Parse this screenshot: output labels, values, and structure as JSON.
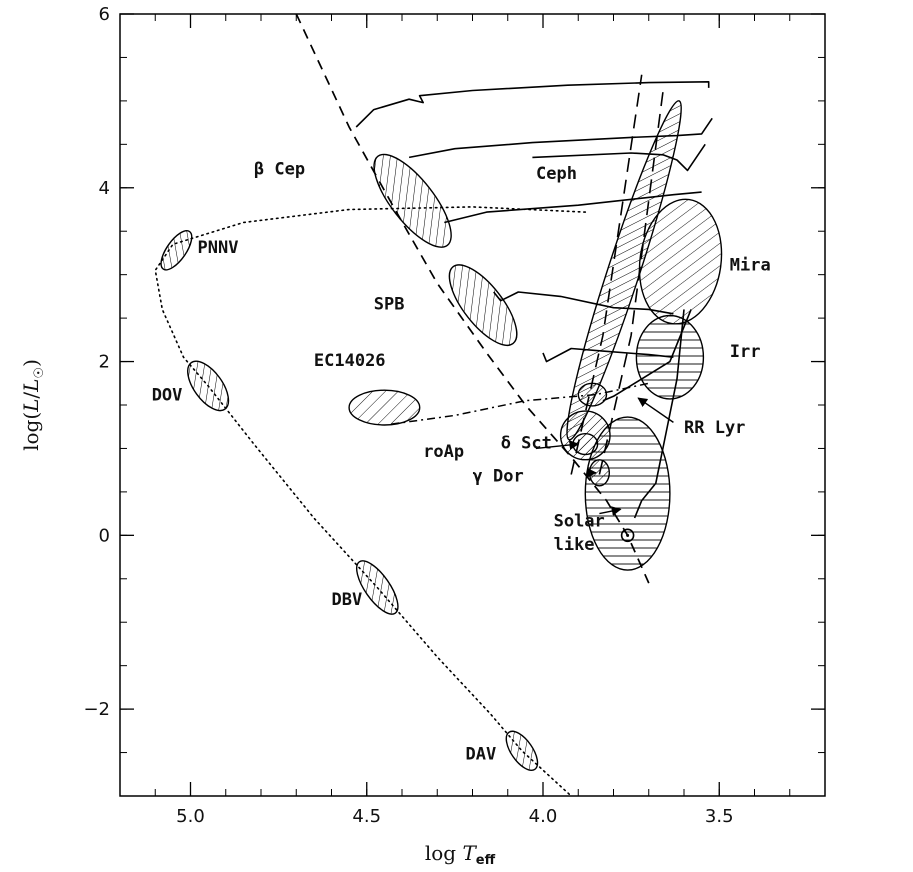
{
  "chart_data": {
    "type": "scatter",
    "title": "",
    "xlabel": "log T_eff",
    "ylabel": "log(L/L☉)",
    "xlim": [
      5.2,
      3.2
    ],
    "ylim": [
      -3,
      6
    ],
    "x_reversed": true,
    "xticks": [
      5.0,
      4.5,
      4.0,
      3.5
    ],
    "yticks": [
      -2,
      0,
      2,
      4,
      6
    ],
    "xtick_labels": [
      "5.0",
      "4.5",
      "4.0",
      "3.5"
    ],
    "ytick_labels": [
      "−2",
      "0",
      "2",
      "4",
      "6"
    ],
    "grid": false,
    "regions": [
      {
        "name": "β Cep",
        "label": "β  Cep",
        "logT": 4.37,
        "logL": 3.85,
        "rx": 0.06,
        "ry": 0.65,
        "angle": -38,
        "hatch": "diag",
        "lx": 4.82,
        "ly": 4.15
      },
      {
        "name": "PNNV",
        "label": "PNNV",
        "logT": 5.04,
        "logL": 3.28,
        "rx": 0.065,
        "ry": 0.11,
        "angle": -55,
        "hatch": "diag",
        "lx": 4.98,
        "ly": 3.25
      },
      {
        "name": "SPB",
        "label": "SPB",
        "logT": 4.17,
        "logL": 2.65,
        "rx": 0.055,
        "ry": 0.56,
        "angle": -38,
        "hatch": "diag",
        "lx": 4.48,
        "ly": 2.6
      },
      {
        "name": "DOV",
        "label": "DOV",
        "logT": 4.95,
        "logL": 1.72,
        "rx": 0.04,
        "ry": 0.33,
        "angle": -36,
        "hatch": "diag",
        "lx": 5.11,
        "ly": 1.55
      },
      {
        "name": "EC14026",
        "label": "EC14026",
        "logT": 4.45,
        "logL": 1.47,
        "rx": 0.1,
        "ry": 0.2,
        "angle": 0,
        "hatch": "diag2",
        "lx": 4.65,
        "ly": 1.95
      },
      {
        "name": "Ceph",
        "label": "Ceph",
        "logT": 3.77,
        "logL": 3.05,
        "rx": 0.045,
        "ry": 2.05,
        "angle": 18,
        "hatch": "diag",
        "lx": 4.02,
        "ly": 4.1
      },
      {
        "name": "Mira",
        "label": "Mira",
        "logT": 3.61,
        "logL": 3.15,
        "rx": 0.115,
        "ry": 0.72,
        "angle": 8,
        "hatch": "diag2",
        "lx": 3.47,
        "ly": 3.05
      },
      {
        "name": "Irr",
        "label": "Irr",
        "logT": 3.64,
        "logL": 2.05,
        "rx": 0.095,
        "ry": 0.48,
        "angle": 0,
        "hatch": "horiz",
        "lx": 3.47,
        "ly": 2.05
      },
      {
        "name": "RR Lyr",
        "label": "RR  Lyr",
        "logT": 3.86,
        "logL": 1.62,
        "rx": 0.04,
        "ry": 0.13,
        "angle": 0,
        "hatch": "diag",
        "lx": 3.6,
        "ly": 1.18
      },
      {
        "name": "δ Sct",
        "label": "δ  Sct",
        "logT": 3.88,
        "logL": 1.15,
        "rx": 0.07,
        "ry": 0.28,
        "angle": 0,
        "hatch": "diag",
        "lx": 4.12,
        "ly": 1.0
      },
      {
        "name": "roAp",
        "label": "roAp",
        "logT": 3.88,
        "logL": 1.05,
        "rx": 0.035,
        "ry": 0.12,
        "angle": 0,
        "hatch": "diag",
        "lx": 4.34,
        "ly": 0.9
      },
      {
        "name": "γ Dor",
        "label": "γ  Dor",
        "logT": 3.84,
        "logL": 0.72,
        "rx": 0.028,
        "ry": 0.15,
        "angle": 0,
        "hatch": "diag",
        "lx": 4.2,
        "ly": 0.62
      },
      {
        "name": "Solar-like",
        "label": "",
        "logT": 3.76,
        "logL": 0.48,
        "rx": 0.12,
        "ry": 0.88,
        "angle": 0,
        "hatch": "horiz",
        "lx": 0,
        "ly": 0
      },
      {
        "name": "DBV",
        "label": "DBV",
        "logT": 4.47,
        "logL": -0.6,
        "rx": 0.035,
        "ry": 0.36,
        "angle": -35,
        "hatch": "diag",
        "lx": 4.6,
        "ly": -0.8
      },
      {
        "name": "DAV",
        "label": "DAV",
        "logT": 4.06,
        "logL": -2.48,
        "rx": 0.03,
        "ry": 0.26,
        "angle": -35,
        "hatch": "diag",
        "lx": 4.22,
        "ly": -2.58
      }
    ],
    "extra_labels": [
      {
        "name": "solar-label",
        "text": "Solar",
        "lx": 3.97,
        "ly": 0.1
      },
      {
        "name": "like-label",
        "text": "like",
        "lx": 3.97,
        "ly": -0.17
      }
    ],
    "sun_symbol": {
      "logT": 3.76,
      "logL": 0.0
    },
    "main_sequence": [
      [
        4.7,
        6.0
      ],
      [
        4.55,
        4.7
      ],
      [
        4.42,
        3.75
      ],
      [
        4.3,
        2.9
      ],
      [
        4.16,
        2.1
      ],
      [
        4.05,
        1.5
      ],
      [
        3.92,
        0.9
      ],
      [
        3.82,
        0.4
      ],
      [
        3.76,
        0.0
      ],
      [
        3.7,
        -0.55
      ]
    ],
    "instability_strip": [
      [
        [
          3.92,
          0.7
        ],
        [
          3.83,
          2.3
        ],
        [
          3.72,
          5.3
        ]
      ],
      [
        [
          3.84,
          0.7
        ],
        [
          3.75,
          2.3
        ],
        [
          3.66,
          5.1
        ]
      ]
    ],
    "white_dwarf_track": [
      [
        3.88,
        3.72
      ],
      [
        4.2,
        3.78
      ],
      [
        4.55,
        3.75
      ],
      [
        4.85,
        3.6
      ],
      [
        5.05,
        3.35
      ],
      [
        5.1,
        3.05
      ],
      [
        5.08,
        2.6
      ],
      [
        5.02,
        2.05
      ],
      [
        4.95,
        1.72
      ],
      [
        4.82,
        1.05
      ],
      [
        4.65,
        0.2
      ],
      [
        4.47,
        -0.6
      ],
      [
        4.3,
        -1.4
      ],
      [
        4.15,
        -2.05
      ],
      [
        4.06,
        -2.48
      ],
      [
        3.92,
        -3.0
      ]
    ],
    "hb_track": [
      [
        4.43,
        1.28
      ],
      [
        4.25,
        1.38
      ],
      [
        4.05,
        1.55
      ],
      [
        3.85,
        1.62
      ],
      [
        3.7,
        1.75
      ]
    ],
    "evolution_tracks": [
      [
        [
          4.53,
          4.7
        ],
        [
          4.48,
          4.9
        ],
        [
          4.38,
          5.02
        ],
        [
          4.34,
          4.98
        ],
        [
          4.35,
          5.06
        ],
        [
          4.2,
          5.12
        ],
        [
          3.93,
          5.18
        ],
        [
          3.7,
          5.21
        ],
        [
          3.53,
          5.22
        ],
        [
          3.53,
          5.15
        ]
      ],
      [
        [
          4.38,
          4.35
        ],
        [
          4.25,
          4.45
        ],
        [
          4.03,
          4.52
        ],
        [
          3.75,
          4.58
        ],
        [
          3.62,
          4.6
        ],
        [
          3.55,
          4.62
        ],
        [
          3.52,
          4.8
        ]
      ],
      [
        [
          4.28,
          3.6
        ],
        [
          4.16,
          3.72
        ],
        [
          3.9,
          3.8
        ],
        [
          3.72,
          3.88
        ],
        [
          3.63,
          3.92
        ],
        [
          3.55,
          3.95
        ]
      ],
      [
        [
          4.14,
          2.8
        ],
        [
          4.12,
          2.7
        ],
        [
          4.07,
          2.8
        ],
        [
          3.95,
          2.75
        ],
        [
          3.8,
          2.62
        ],
        [
          3.7,
          2.6
        ],
        [
          3.63,
          2.55
        ]
      ],
      [
        [
          4.0,
          2.1
        ],
        [
          3.99,
          2.0
        ],
        [
          3.92,
          2.15
        ],
        [
          3.83,
          2.12
        ],
        [
          3.7,
          2.08
        ],
        [
          3.63,
          2.05
        ]
      ],
      [
        [
          3.83,
          1.55
        ],
        [
          3.8,
          1.6
        ],
        [
          3.7,
          1.85
        ],
        [
          3.64,
          2.0
        ],
        [
          3.6,
          2.4
        ],
        [
          3.58,
          2.6
        ]
      ],
      [
        [
          3.74,
          0.2
        ],
        [
          3.72,
          0.4
        ],
        [
          3.68,
          0.6
        ],
        [
          3.66,
          1.0
        ],
        [
          3.62,
          1.8
        ],
        [
          3.6,
          2.6
        ]
      ],
      [
        [
          4.03,
          4.35
        ],
        [
          3.75,
          4.4
        ],
        [
          3.66,
          4.38
        ],
        [
          3.62,
          4.32
        ],
        [
          3.59,
          4.2
        ],
        [
          3.54,
          4.5
        ]
      ]
    ],
    "arrows": [
      {
        "from": [
          4.02,
          1.0
        ],
        "to": [
          3.9,
          1.05
        ]
      },
      {
        "from": [
          3.87,
          0.72
        ],
        "to": [
          3.85,
          0.72
        ]
      },
      {
        "from": [
          3.63,
          1.3
        ],
        "to": [
          3.73,
          1.58
        ]
      },
      {
        "from": [
          3.84,
          0.25
        ],
        "to": [
          3.78,
          0.3
        ]
      }
    ]
  }
}
